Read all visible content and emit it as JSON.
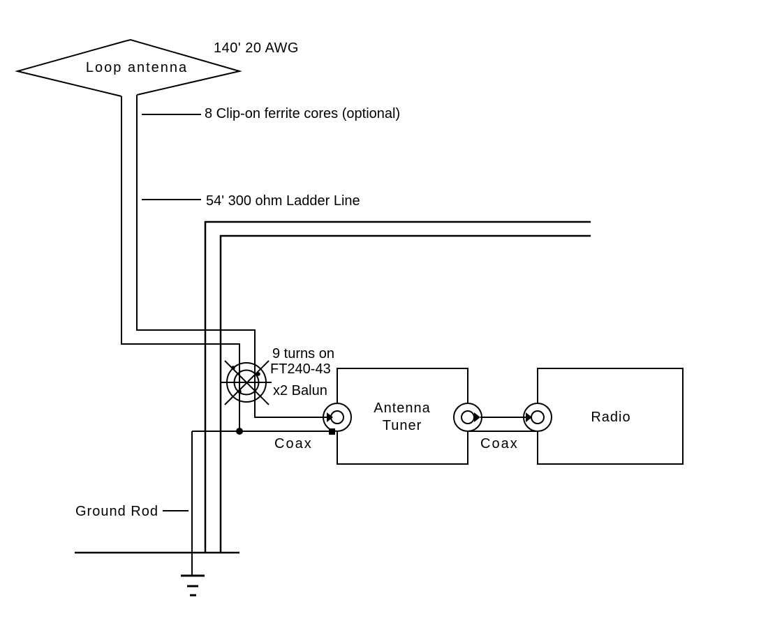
{
  "colors": {
    "background": "#ffffff",
    "ink": "#000000"
  },
  "labels": {
    "wire_gauge": "140' 20 AWG",
    "loop_antenna": "Loop antenna",
    "ferrite_note": "8 Clip-on ferrite cores (optional)",
    "ladder_line": "54' 300 ohm Ladder Line",
    "balun_line1": "9 turns on",
    "balun_line2": "FT240-43",
    "balun_line3": "x2 Balun",
    "tuner_line1": "Antenna",
    "tuner_line2": "Tuner",
    "radio": "Radio",
    "coax_left": "Coax",
    "coax_right": "Coax",
    "ground_rod": "Ground Rod"
  }
}
